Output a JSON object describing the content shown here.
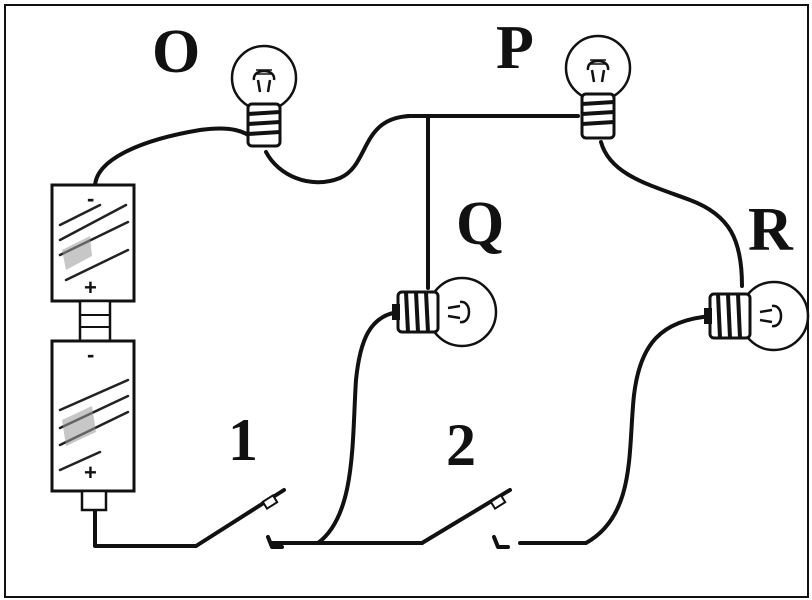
{
  "labels": {
    "bulb_O": "O",
    "bulb_P": "P",
    "bulb_Q": "Q",
    "bulb_R": "R",
    "switch_1": "1",
    "switch_2": "2"
  },
  "battery": {
    "top_cell": {
      "neg": "-",
      "pos": "+"
    },
    "bottom_cell": {
      "neg": "-",
      "pos": "+"
    }
  },
  "colors": {
    "ink": "#111111",
    "background": "#ffffff"
  }
}
